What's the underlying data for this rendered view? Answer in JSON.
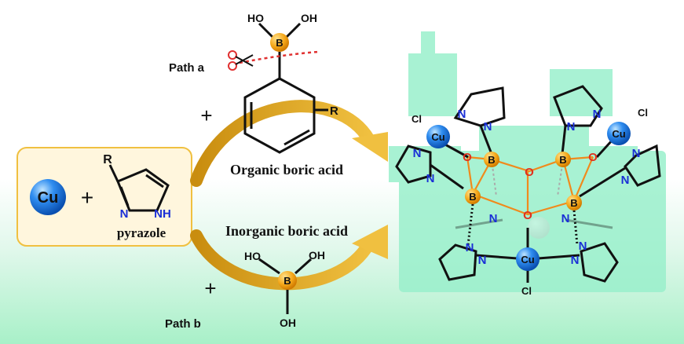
{
  "reactants": {
    "metal": "Cu",
    "plus": "+",
    "pyrazole_label": "pyrazole",
    "substituent": "R",
    "n_label": "N",
    "nh_label": "NH"
  },
  "path_a": {
    "label": "Path a",
    "plus": "+",
    "reagent_label": "Organic boric acid",
    "ho_left": "HO",
    "oh_right": "OH",
    "boron": "B",
    "substituent": "R"
  },
  "path_b": {
    "label": "Path b",
    "plus": "+",
    "reagent_label": "Inorganic boric acid",
    "ho_left": "HO",
    "oh_right": "OH",
    "oh_bottom": "OH",
    "boron": "B"
  },
  "product": {
    "cu": "Cu",
    "cl": "Cl",
    "b": "B",
    "o": "O",
    "n": "N"
  },
  "colors": {
    "cu_blue": "#1e7fe0",
    "boron_orange": "#f5a81a",
    "arrow_gold": "#d9a21b",
    "nitrogen_blue": "#1a2fd6",
    "oxygen_red": "#e0301e",
    "box_border": "#f0c040",
    "box_fill": "#fff6dd",
    "silhouette_green": "#9af0cc"
  }
}
